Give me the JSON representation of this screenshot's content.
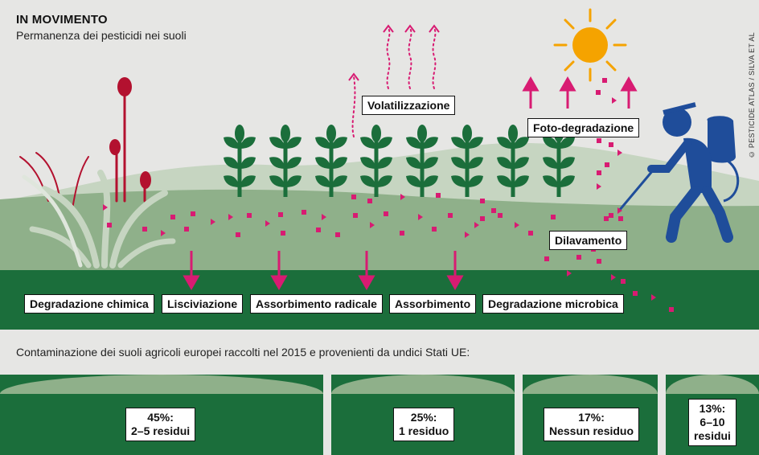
{
  "header": {
    "title": "IN MOVIMENTO",
    "subtitle": "Permanenza dei pesticidi nei suoli",
    "credit": "© PESTICIDE ATLAS / SILVA ET AL"
  },
  "labels": {
    "volatilization": "Volatilizzazione",
    "photodegradation": "Foto-degradazione",
    "runoff": "Dilavamento",
    "chemical_degradation": "Degradazione chimica",
    "leaching": "Lisciviazione",
    "root_uptake": "Assorbimento radicale",
    "absorption": "Assorbimento",
    "microbial_degradation": "Degradazione microbica"
  },
  "caption": "Contaminazione dei suoli agricoli europei raccolti nel 2015 e provenienti da undici Stati UE:",
  "chart_data": {
    "type": "bar",
    "categories": [
      "2–5 residui",
      "1 residuo",
      "Nessun residuo",
      "6–10 residui"
    ],
    "values": [
      45,
      25,
      17,
      13
    ],
    "labels": [
      "45%:",
      "25%:",
      "17%:",
      "13%:"
    ]
  },
  "colors": {
    "dark_green": "#1b6e3b",
    "hill_green": "#8fb08a",
    "magenta": "#d81b72",
    "sprayer_blue": "#1f4d9a",
    "sun": "#f5a300",
    "weed_red": "#b3112f"
  }
}
